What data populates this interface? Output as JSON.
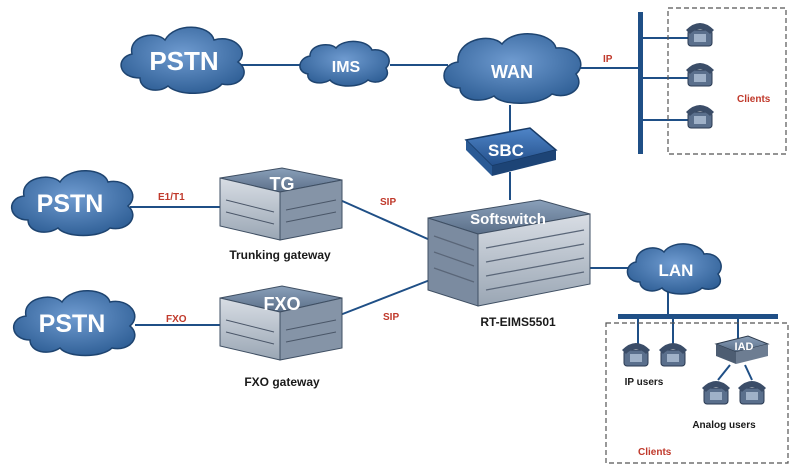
{
  "clouds": {
    "pstn_top": "PSTN",
    "ims": "IMS",
    "wan": "WAN",
    "pstn_mid": "PSTN",
    "pstn_bottom": "PSTN",
    "lan": "LAN"
  },
  "devices": {
    "sbc": "SBC",
    "softswitch": "Softswitch",
    "tg": "TG",
    "fxo": "FXO",
    "iad": "IAD"
  },
  "links": {
    "ip": "IP",
    "e1t1": "E1/T1",
    "sip_top": "SIP",
    "fxo_link": "FXO",
    "sip_bottom": "SIP"
  },
  "captions": {
    "trunking_gateway": "Trunking gateway",
    "fxo_gateway": "FXO gateway",
    "softswitch_model": "RT-EIMS5501",
    "clients_top": "Clients",
    "ip_users": "IP users",
    "analog_users": "Analog users",
    "clients_bottom": "Clients"
  },
  "colors": {
    "cloud": "#3a6ea5",
    "link": "#1f4f86",
    "label": "#c0392b",
    "device_body": "#6c7f97"
  }
}
